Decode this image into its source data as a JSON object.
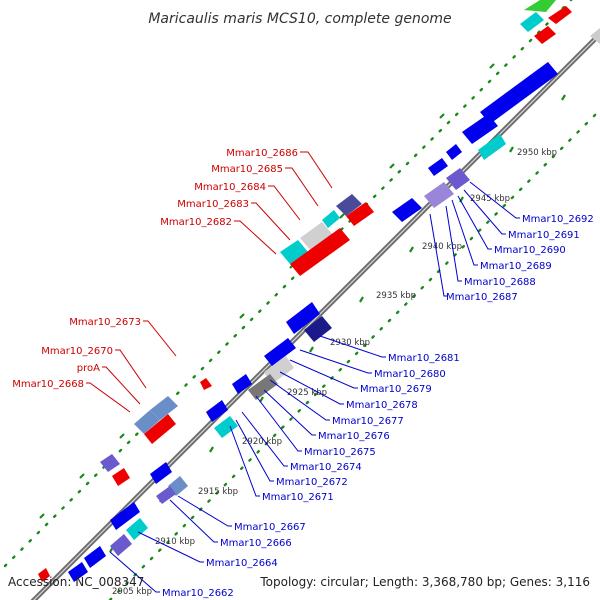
{
  "title": "Maricaulis maris MCS10, complete genome",
  "footer": {
    "accession": "Accession: NC_008347",
    "topology": "Topology: circular; Length: 3,368,780 bp; Genes: 3,116"
  },
  "colors": {
    "backbone": "#666666",
    "forward_cds": "#0000ee",
    "reverse_cds": "#ee0000",
    "trna": "#00cccc",
    "cog_gray": "#c8c8c8",
    "cog_violet": "#6a5acd",
    "tick_green": "#1a8a1a",
    "label_red": "#cc0000",
    "label_blue": "#0000cc"
  },
  "kbp_markers": [
    "2905 kbp",
    "2910 kbp",
    "2915 kbp",
    "2920 kbp",
    "2925 kbp",
    "2930 kbp",
    "2935 kbp",
    "2940 kbp",
    "2945 kbp",
    "2950 kbp"
  ],
  "reverse_strand_labels": [
    "Mmar10_2686",
    "Mmar10_2685",
    "Mmar10_2684",
    "Mmar10_2683",
    "Mmar10_2682",
    "Mmar10_2673",
    "Mmar10_2670",
    "proA",
    "Mmar10_2668"
  ],
  "forward_strand_labels": [
    "Mmar10_2692",
    "Mmar10_2691",
    "Mmar10_2690",
    "Mmar10_2689",
    "Mmar10_2688",
    "Mmar10_2687",
    "Mmar10_2681",
    "Mmar10_2680",
    "Mmar10_2679",
    "Mmar10_2678",
    "Mmar10_2677",
    "Mmar10_2676",
    "Mmar10_2675",
    "Mmar10_2674",
    "Mmar10_2672",
    "Mmar10_2671",
    "Mmar10_2667",
    "Mmar10_2666",
    "Mmar10_2664",
    "Mmar10_2662"
  ]
}
